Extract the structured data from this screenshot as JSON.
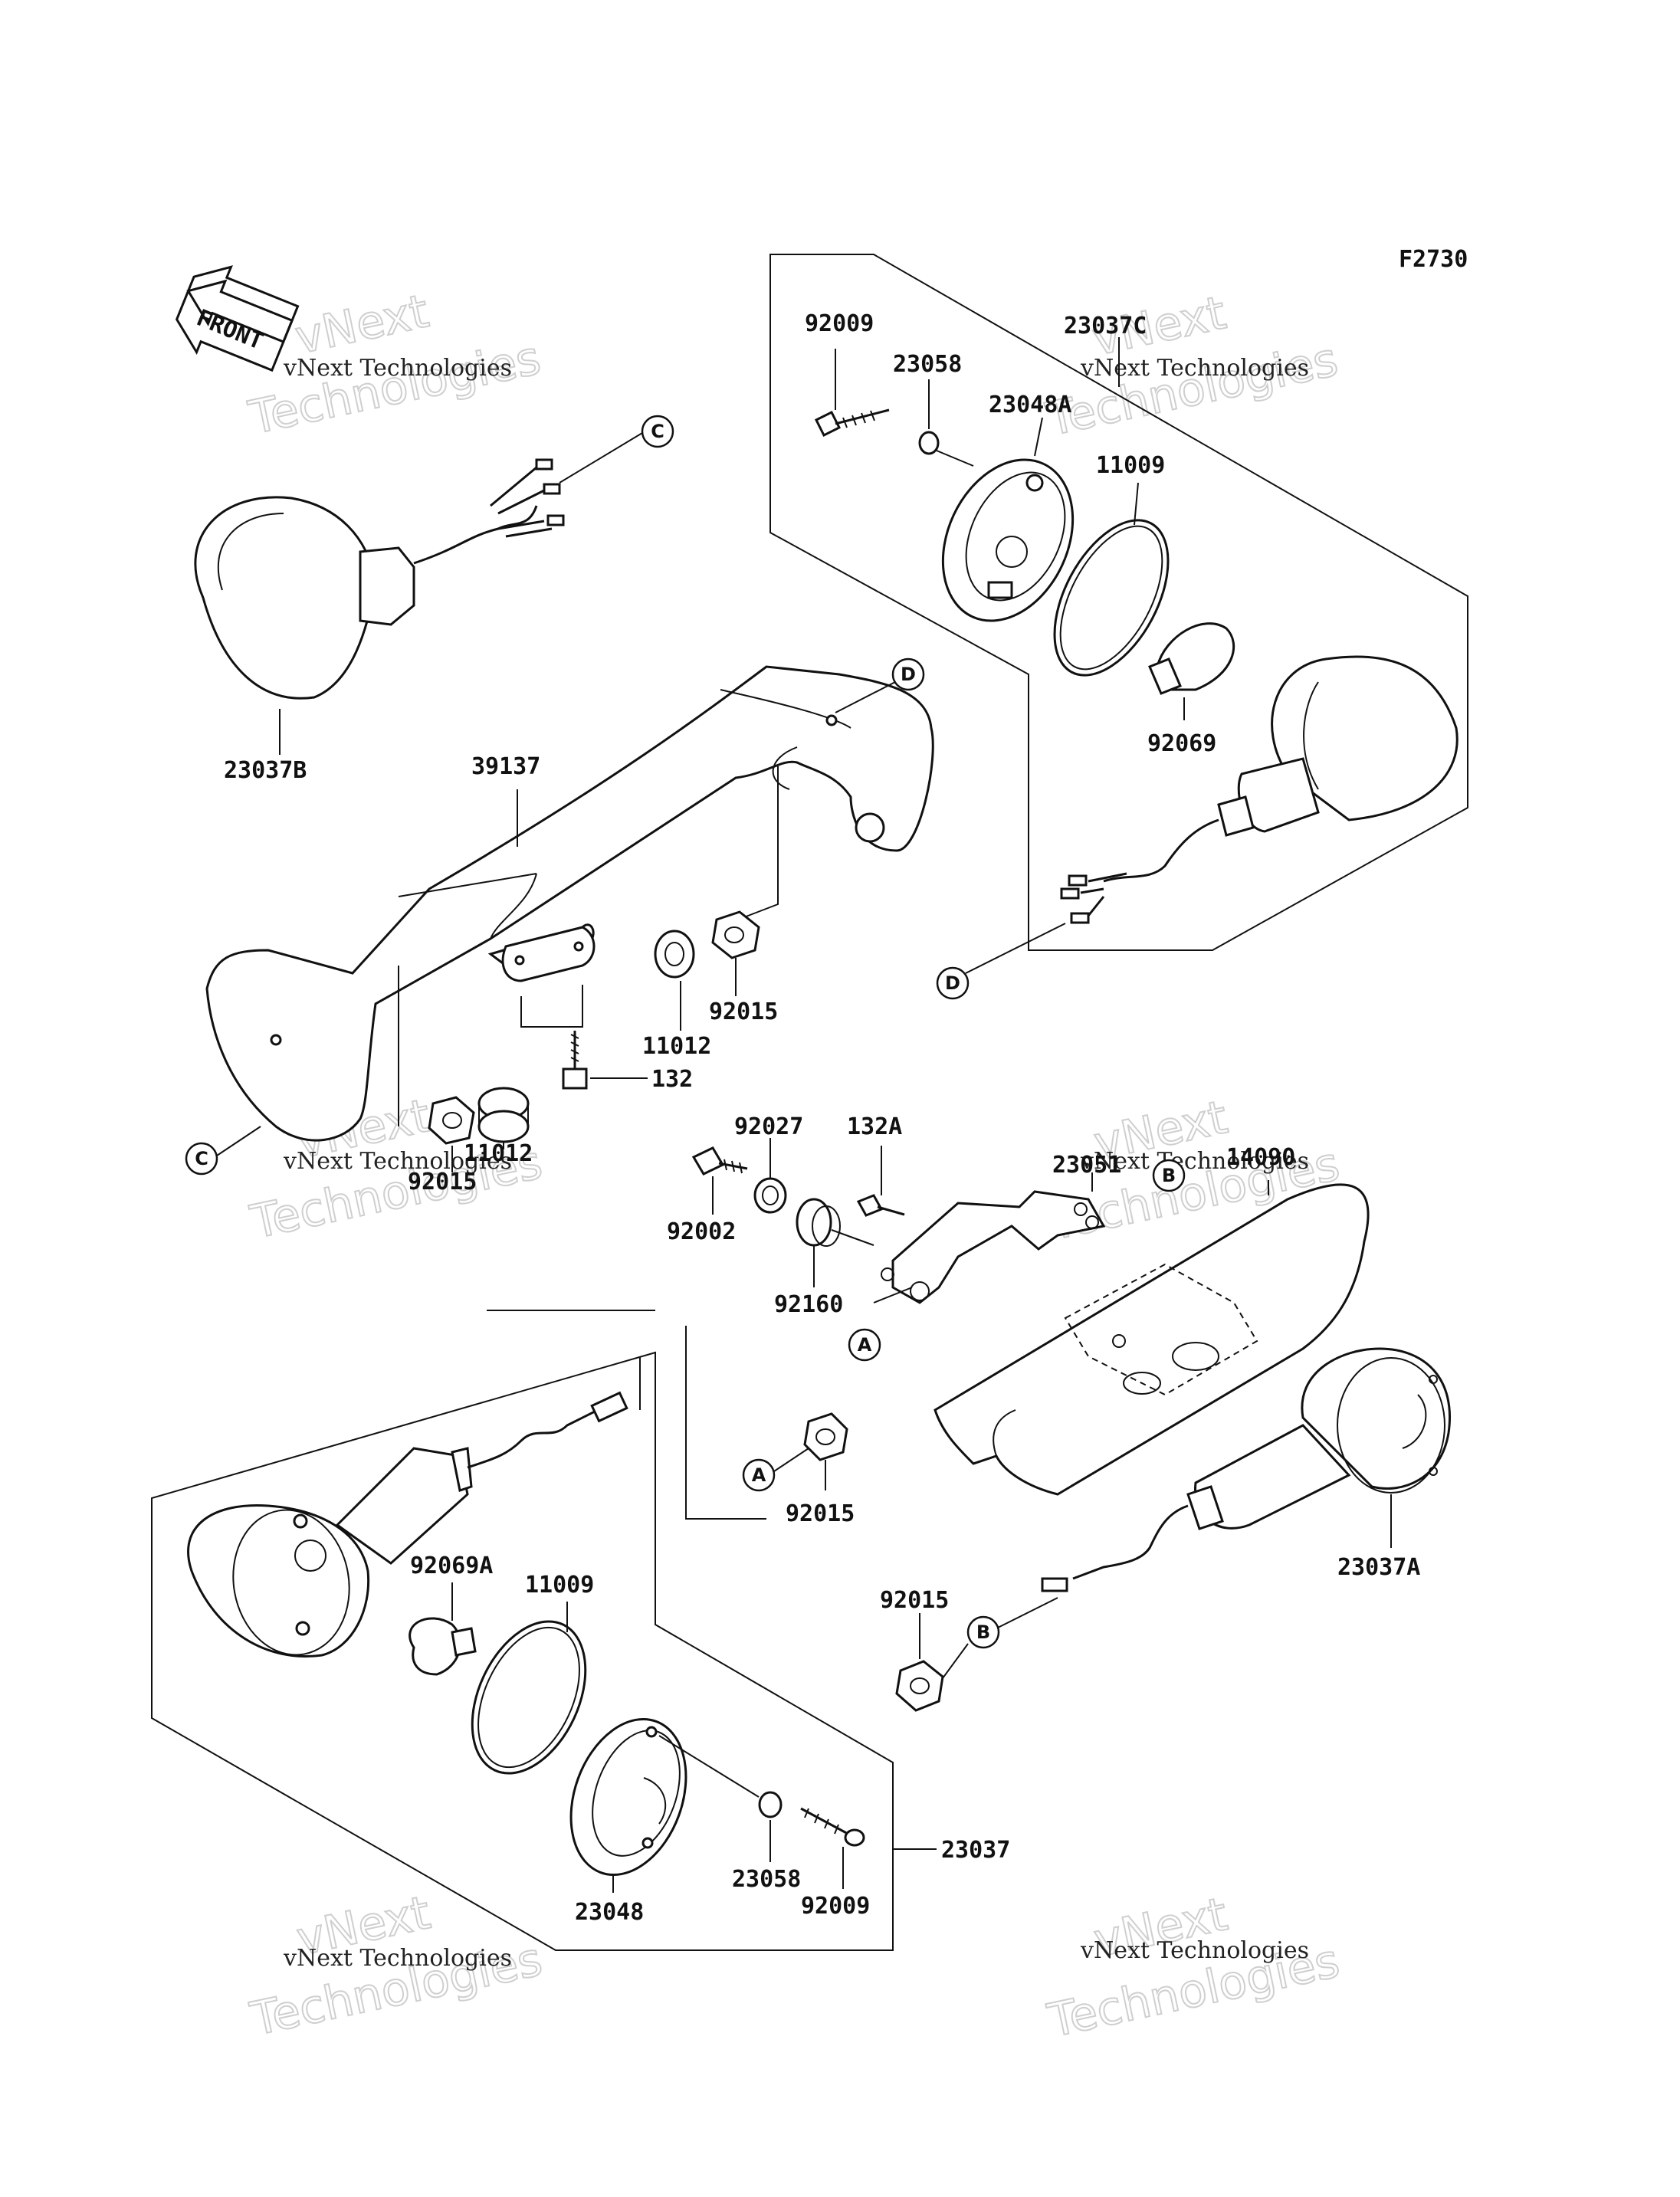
{
  "figure_id": "F2730",
  "front_label": "FRONT",
  "watermark": {
    "line1": "vNext Technologies",
    "line2": "vNext",
    "line3": "Technologies"
  },
  "part_numbers": {
    "p23037": "23037",
    "p23037a": "23037A",
    "p23037b": "23037B",
    "p23037c": "23037C",
    "p39137": "39137",
    "p92009_top": "92009",
    "p92009_bot": "92009",
    "p23058_top": "23058",
    "p23058_bot": "23058",
    "p23048a": "23048A",
    "p23048": "23048",
    "p11009_top": "11009",
    "p11009_bot": "11009",
    "p92069": "92069",
    "p92069a": "92069A",
    "p92015_a": "92015",
    "p92015_b": "92015",
    "p92015_c": "92015",
    "p92015_d": "92015",
    "p11012_a": "11012",
    "p11012_b": "11012",
    "p132": "132",
    "p132a": "132A",
    "p92027": "92027",
    "p92002": "92002",
    "p92160": "92160",
    "p23051": "23051",
    "p14090": "14090"
  },
  "callouts": {
    "a1": "A",
    "a2": "A",
    "b1": "B",
    "b2": "B",
    "c1": "C",
    "c2": "C",
    "d1": "D",
    "d2": "D"
  }
}
